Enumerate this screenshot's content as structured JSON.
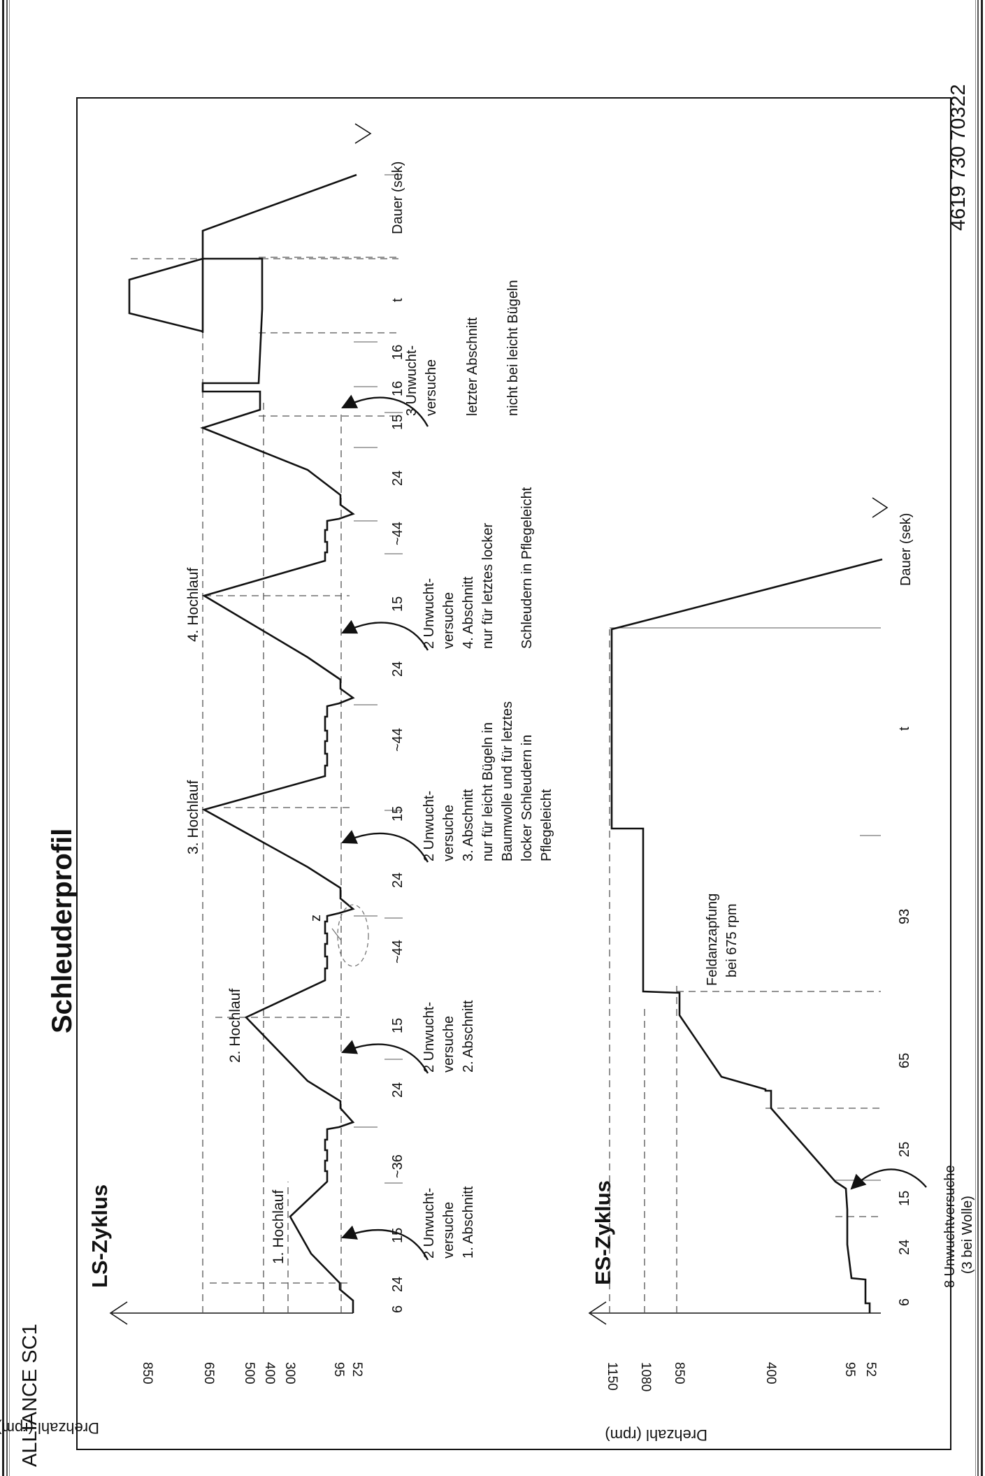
{
  "header": {
    "brand": "ALLIANCE SC1",
    "title": "Schleuderprofil",
    "doc_number": "4619 730 70322"
  },
  "ls": {
    "title": "LS-Zyklus",
    "ylabel": "Drehzahl (rpm)",
    "xlabel": "Dauer (sek)",
    "yticks": [
      "850",
      "650",
      "500",
      "400",
      "300",
      "95",
      "52"
    ],
    "durations": [
      "6",
      "24",
      "15",
      "~36",
      "24",
      "15",
      "~44",
      "24",
      "15",
      "~44",
      "24",
      "15",
      "~44",
      "24",
      "15",
      "16",
      "16",
      "t"
    ],
    "peak_labels": [
      "1. Hochlauf",
      "2. Hochlauf",
      "3. Hochlauf",
      "4. Hochlauf"
    ],
    "marker_z": "z",
    "notes": {
      "n1": [
        "2 Unwucht-",
        "versuche",
        "1. Abschnitt"
      ],
      "n2": [
        "2 Unwucht-",
        "versuche",
        "2. Abschnitt"
      ],
      "n3": [
        "2 Unwucht-",
        "versuche",
        "3. Abschnitt",
        "nur für leicht Bügeln in",
        "Baumwolle und für letztes",
        "locker Schleudern in",
        "Pflegeleicht"
      ],
      "n4": [
        "2 Unwucht-",
        "versuche",
        "4. Abschnitt",
        "nur für letztes locker",
        "Schleudern in Pflegeleicht"
      ],
      "n5": [
        "3 Unwucht-",
        "versuche",
        "letzter Abschnitt",
        "nicht bei leicht Bügeln"
      ]
    }
  },
  "es": {
    "title": "ES-Zyklus",
    "ylabel": "Drehzahl (rpm)",
    "xlabel": "Dauer (sek)",
    "yticks": [
      "1150",
      "1080",
      "850",
      "400",
      "95",
      "52"
    ],
    "durations": [
      "6",
      "24",
      "15",
      "25",
      "65",
      "93",
      "t"
    ],
    "notes": {
      "unwucht": [
        "8 Unwuchtversuche",
        "(3 bei Wolle)"
      ],
      "feld": [
        "Feldanzapfung",
        "bei 675 rpm"
      ]
    }
  },
  "icons": {
    "axis_arrow": "chevron-arrow-icon",
    "callout": "curved-arrow-icon"
  }
}
